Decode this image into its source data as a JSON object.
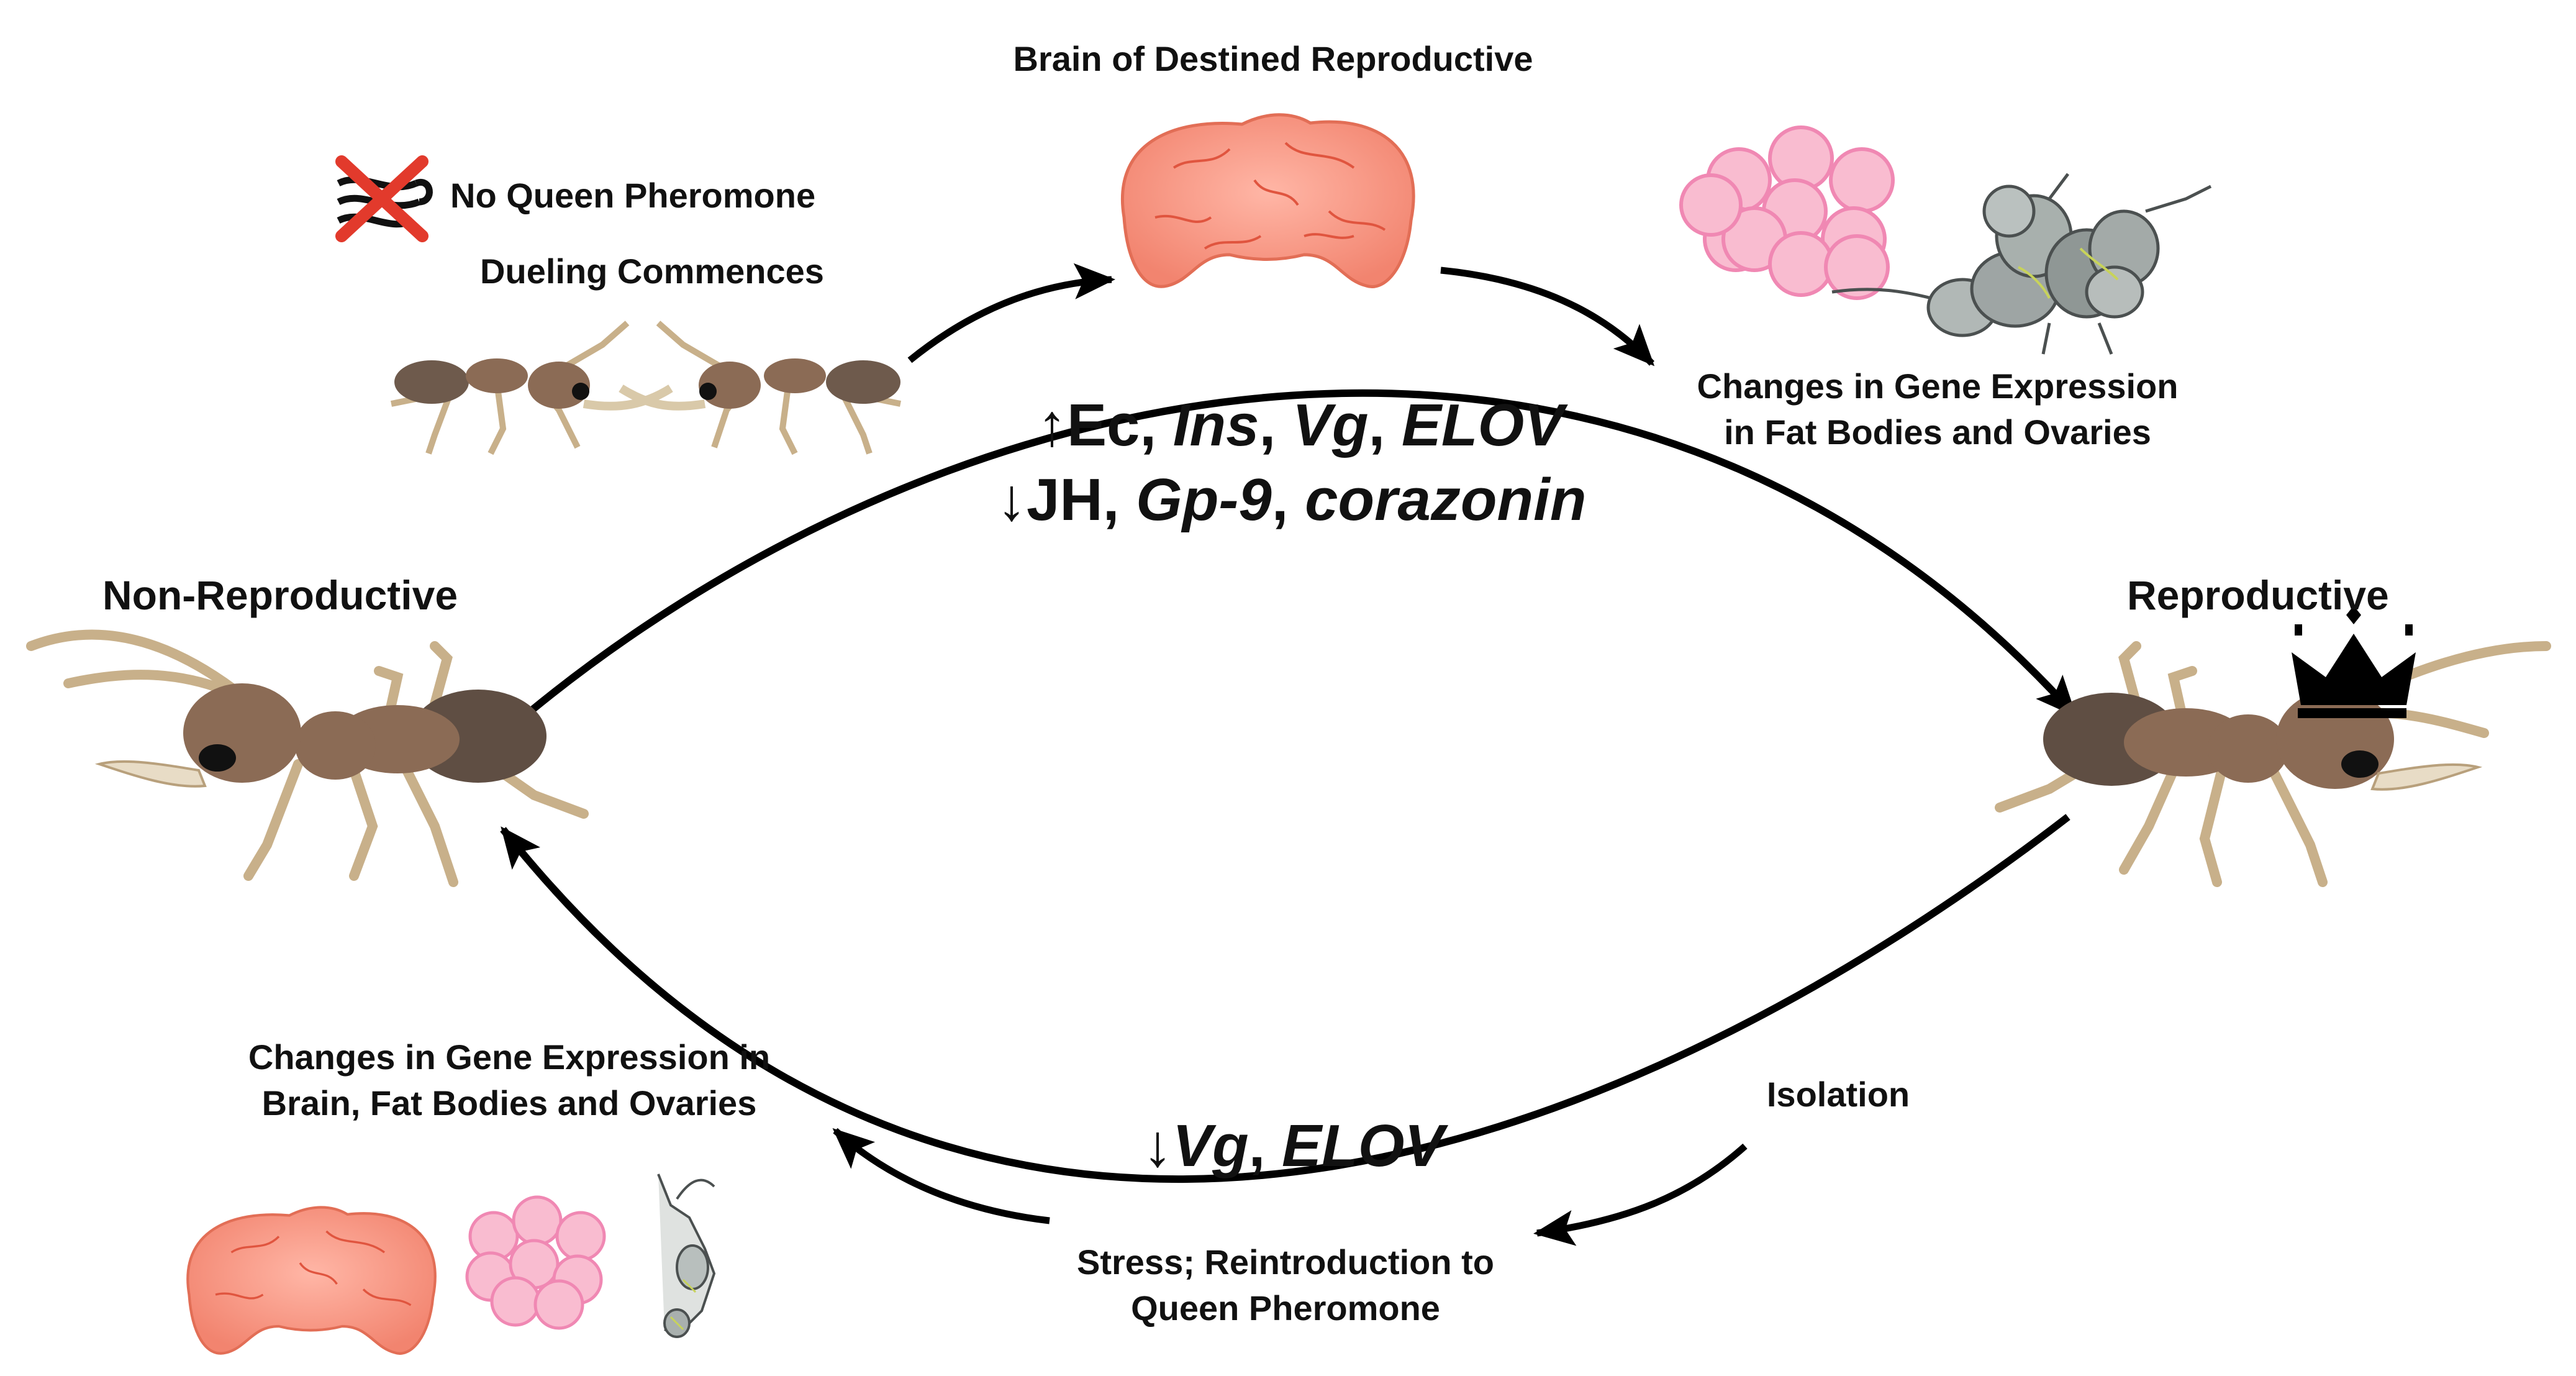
{
  "labels": {
    "brain_destined": "Brain of Destined Reproductive",
    "no_queen_pheromone": "No Queen Pheromone",
    "dueling": "Dueling Commences",
    "changes_top_line1": "Changes in Gene Expression",
    "changes_top_line2": "in Fat Bodies and Ovaries",
    "non_reproductive": "Non-Reproductive",
    "reproductive": "Reproductive",
    "changes_bottom_line1": "Changes in Gene Expression in",
    "changes_bottom_line2": "Brain, Fat Bodies and Ovaries",
    "isolation": "Isolation",
    "stress_line1": "Stress; Reintroduction to",
    "stress_line2": "Queen Pheromone"
  },
  "upregulated": {
    "arrow": "↑",
    "plain": "Ec",
    "sep": ", ",
    "italic1": "Ins",
    "italic2": "Vg",
    "italic3": "ELOV"
  },
  "downregulated_top": {
    "arrow": "↓",
    "plain": "JH",
    "sep": ", ",
    "italic1": "Gp-9",
    "italic2": "corazonin"
  },
  "downregulated_bottom": {
    "arrow": "↓",
    "italic1": "Vg",
    "sep": ", ",
    "italic2": "ELOV"
  },
  "colors": {
    "ant_body": "#8b6b55",
    "ant_leg": "#c8b08a",
    "brain": "#f59b88",
    "egg": "#f9bcd0",
    "ovary": "#9ea5a4",
    "arrow": "#000000"
  }
}
